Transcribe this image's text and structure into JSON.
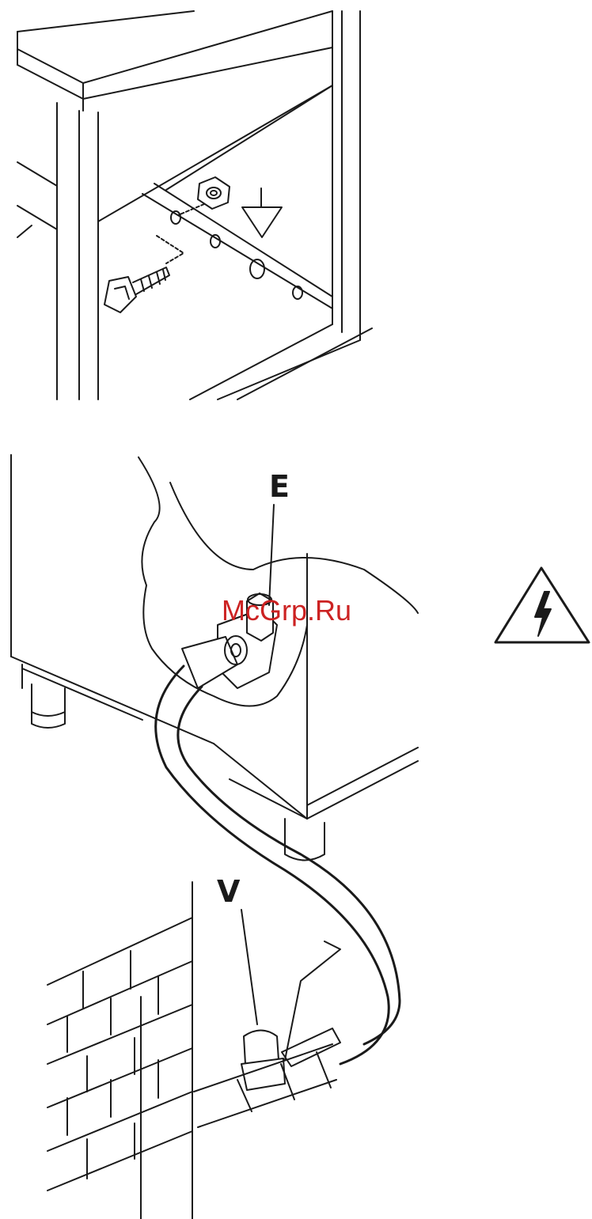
{
  "labels": {
    "valve_label": "E",
    "tap_label": "V"
  },
  "watermark": "McGrp.Ru",
  "icons": {
    "ground": "earth-ground-icon",
    "warning": "high-voltage-warning-icon"
  },
  "colors": {
    "line": "#1a1a1a",
    "watermark": "#cc2222",
    "warning_border": "#1a1a1a"
  }
}
